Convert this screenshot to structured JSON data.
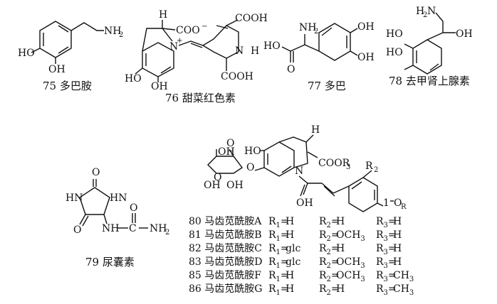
{
  "compounds": [
    {
      "id": "75",
      "name": "多巴胺",
      "caption": "75 多巴胺"
    },
    {
      "id": "76",
      "name": "甜菜红色素",
      "caption": "76 甜菜红色素"
    },
    {
      "id": "77",
      "name": "多巴",
      "caption": "77 多巴"
    },
    {
      "id": "78",
      "name": "去甲肾上腺素",
      "caption": "78 去甲肾上腺素"
    },
    {
      "id": "79",
      "name": "尿囊素",
      "caption": "79 尿囊素"
    }
  ],
  "atoms": {
    "c75": [
      "NH",
      "2",
      "HO",
      "OH"
    ],
    "c76": [
      "H",
      "COO",
      "−",
      "N",
      "+",
      "COOH",
      "N",
      "H",
      "HO",
      "OH",
      "COOH"
    ],
    "c77": [
      "NH",
      "2",
      "HO",
      "O",
      "OH",
      "OH"
    ],
    "c78": [
      "H",
      "2",
      "N",
      "OH",
      "HO",
      "HO"
    ],
    "c79": [
      "O",
      "HN",
      "HN",
      "O",
      "NH",
      "C",
      "NH",
      "2",
      "O"
    ],
    "oleracein": [
      "HO",
      "H",
      "COOR",
      "3",
      "N",
      "R",
      "2",
      "O",
      "R",
      "1",
      "O",
      "OH",
      "O",
      "OH",
      "OH",
      "OH",
      "O"
    ]
  },
  "oleracein_table": {
    "rows": [
      {
        "id": "80",
        "name": "马齿苋酰胺A",
        "R1": "H",
        "R2": "H",
        "R3": "H"
      },
      {
        "id": "81",
        "name": "马齿苋酰胺B",
        "R1": "H",
        "R2": "OCH3",
        "R3": "H"
      },
      {
        "id": "82",
        "name": "马齿苋酰胺C",
        "R1": "glc",
        "R2": "H",
        "R3": "H"
      },
      {
        "id": "83",
        "name": "马齿苋酰胺D",
        "R1": "glc",
        "R2": "OCH3",
        "R3": "H"
      },
      {
        "id": "85",
        "name": "马齿苋酰胺F",
        "R1": "H",
        "R2": "OCH3",
        "R3": "CH3"
      },
      {
        "id": "86",
        "name": "马齿苋酰胺G",
        "R1": "H",
        "R2": "H",
        "R3": "CH3"
      }
    ]
  }
}
